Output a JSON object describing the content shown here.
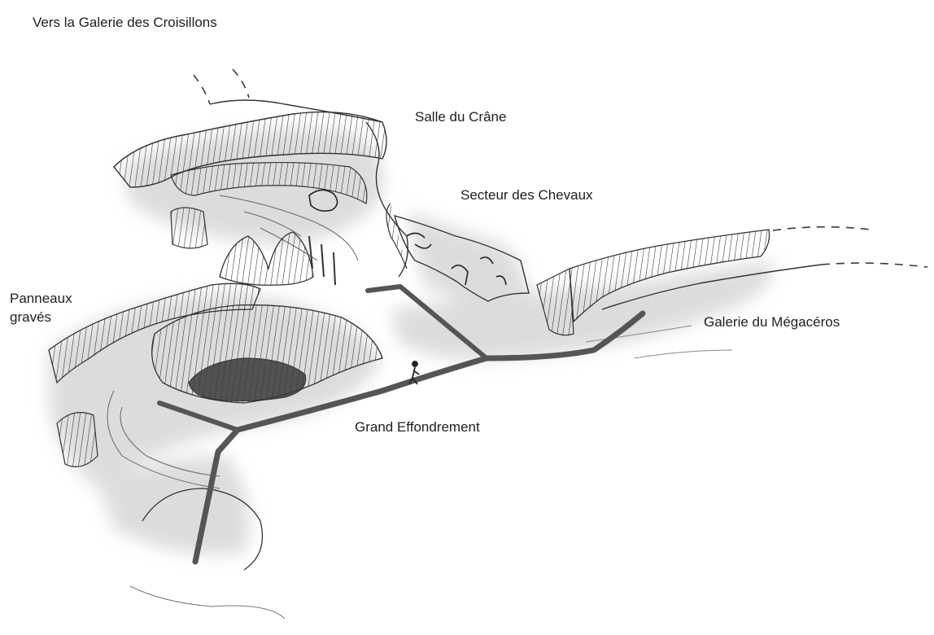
{
  "labels": {
    "galerie_croisillons": "Vers la Galerie des Croisillons",
    "salle_crane": "Salle du Crâne",
    "secteur_chevaux": "Secteur des Chevaux",
    "panneaux_line1": "Panneaux",
    "panneaux_line2": "gravés",
    "galerie_megaceros": "Galerie du Mégacéros",
    "grand_effondrement": "Grand Effondrement"
  },
  "colors": {
    "ink": "#1e1e1e",
    "line": "#3a3a3a",
    "walkway": "#555555",
    "shade": "#d9d9d9",
    "paper": "#ffffff"
  }
}
